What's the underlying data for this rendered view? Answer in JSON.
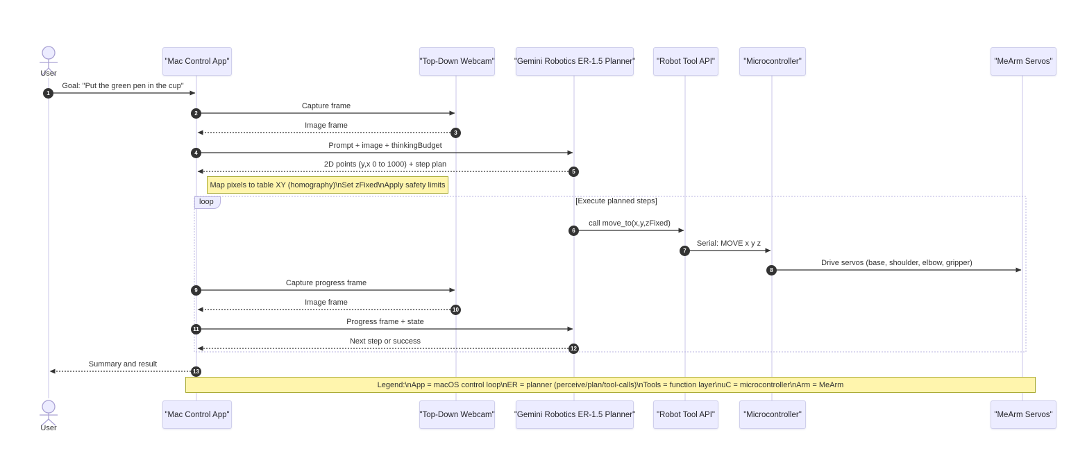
{
  "diagram": {
    "kind": "sequence-diagram",
    "actors": [
      {
        "id": "user",
        "kind": "actor",
        "label": "User"
      },
      {
        "id": "app",
        "kind": "participant",
        "label": "\"Mac Control App\""
      },
      {
        "id": "cam",
        "kind": "participant",
        "label": "\"Top-Down Webcam\""
      },
      {
        "id": "er",
        "kind": "participant",
        "label": "\"Gemini Robotics ER-1.5 Planner\""
      },
      {
        "id": "tools",
        "kind": "participant",
        "label": "\"Robot Tool API\""
      },
      {
        "id": "uc",
        "kind": "participant",
        "label": "\"Microcontroller\""
      },
      {
        "id": "arm",
        "kind": "participant",
        "label": "\"MeArm Servos\""
      }
    ],
    "messages": [
      {
        "num": "1",
        "from": "User",
        "to": "Mac Control App",
        "line": "solid",
        "label": "Goal: \"Put the green pen in the cup\""
      },
      {
        "num": "2",
        "from": "Mac Control App",
        "to": "Top-Down Webcam",
        "line": "solid",
        "label": "Capture frame"
      },
      {
        "num": "3",
        "from": "Top-Down Webcam",
        "to": "Mac Control App",
        "line": "dotted",
        "label": "Image frame"
      },
      {
        "num": "4",
        "from": "Mac Control App",
        "to": "Gemini Robotics ER-1.5 Planner",
        "line": "solid",
        "label": "Prompt + image + thinkingBudget"
      },
      {
        "num": "5",
        "from": "Gemini Robotics ER-1.5 Planner",
        "to": "Mac Control App",
        "line": "dotted",
        "label": "2D points (y,x 0 to 1000) + step plan"
      },
      {
        "num": "6",
        "from": "Gemini Robotics ER-1.5 Planner",
        "to": "Robot Tool API",
        "line": "solid",
        "label": "call move_to(x,y,zFixed)"
      },
      {
        "num": "7",
        "from": "Robot Tool API",
        "to": "Microcontroller",
        "line": "solid",
        "label": "Serial: MOVE x y z"
      },
      {
        "num": "8",
        "from": "Microcontroller",
        "to": "MeArm Servos",
        "line": "solid",
        "label": "Drive servos (base, shoulder, elbow, gripper)"
      },
      {
        "num": "9",
        "from": "Mac Control App",
        "to": "Top-Down Webcam",
        "line": "solid",
        "label": "Capture progress frame"
      },
      {
        "num": "10",
        "from": "Top-Down Webcam",
        "to": "Mac Control App",
        "line": "dotted",
        "label": "Image frame"
      },
      {
        "num": "11",
        "from": "Mac Control App",
        "to": "Gemini Robotics ER-1.5 Planner",
        "line": "solid",
        "label": "Progress frame + state"
      },
      {
        "num": "12",
        "from": "Gemini Robotics ER-1.5 Planner",
        "to": "Mac Control App",
        "line": "dotted",
        "label": "Next step or success"
      },
      {
        "num": "13",
        "from": "Mac Control App",
        "to": "User",
        "line": "dotted",
        "label": "Summary and result"
      }
    ],
    "loop": {
      "keyword": "loop",
      "condition": "[Execute planned steps]"
    },
    "note_homography": {
      "label": "Map pixels to table XY (homography)\\nSet zFixed\\nApply safety limits"
    },
    "legend_note": {
      "label": "Legend:\\nApp = macOS control loop\\nER = planner (perceive/plan/tool-calls)\\nTools = function layer\\nuC = microcontroller\\nArm = MeArm"
    },
    "colors": {
      "actor_fill": "#ECECFF",
      "actor_border": "#cfcfec",
      "note_fill": "#FFF5AD",
      "note_border": "#AAAA33",
      "message_line": "#333333",
      "lifeline": "#d8d5f0",
      "loop_border": "#b9b3e0",
      "number_badge": "#333333"
    }
  }
}
